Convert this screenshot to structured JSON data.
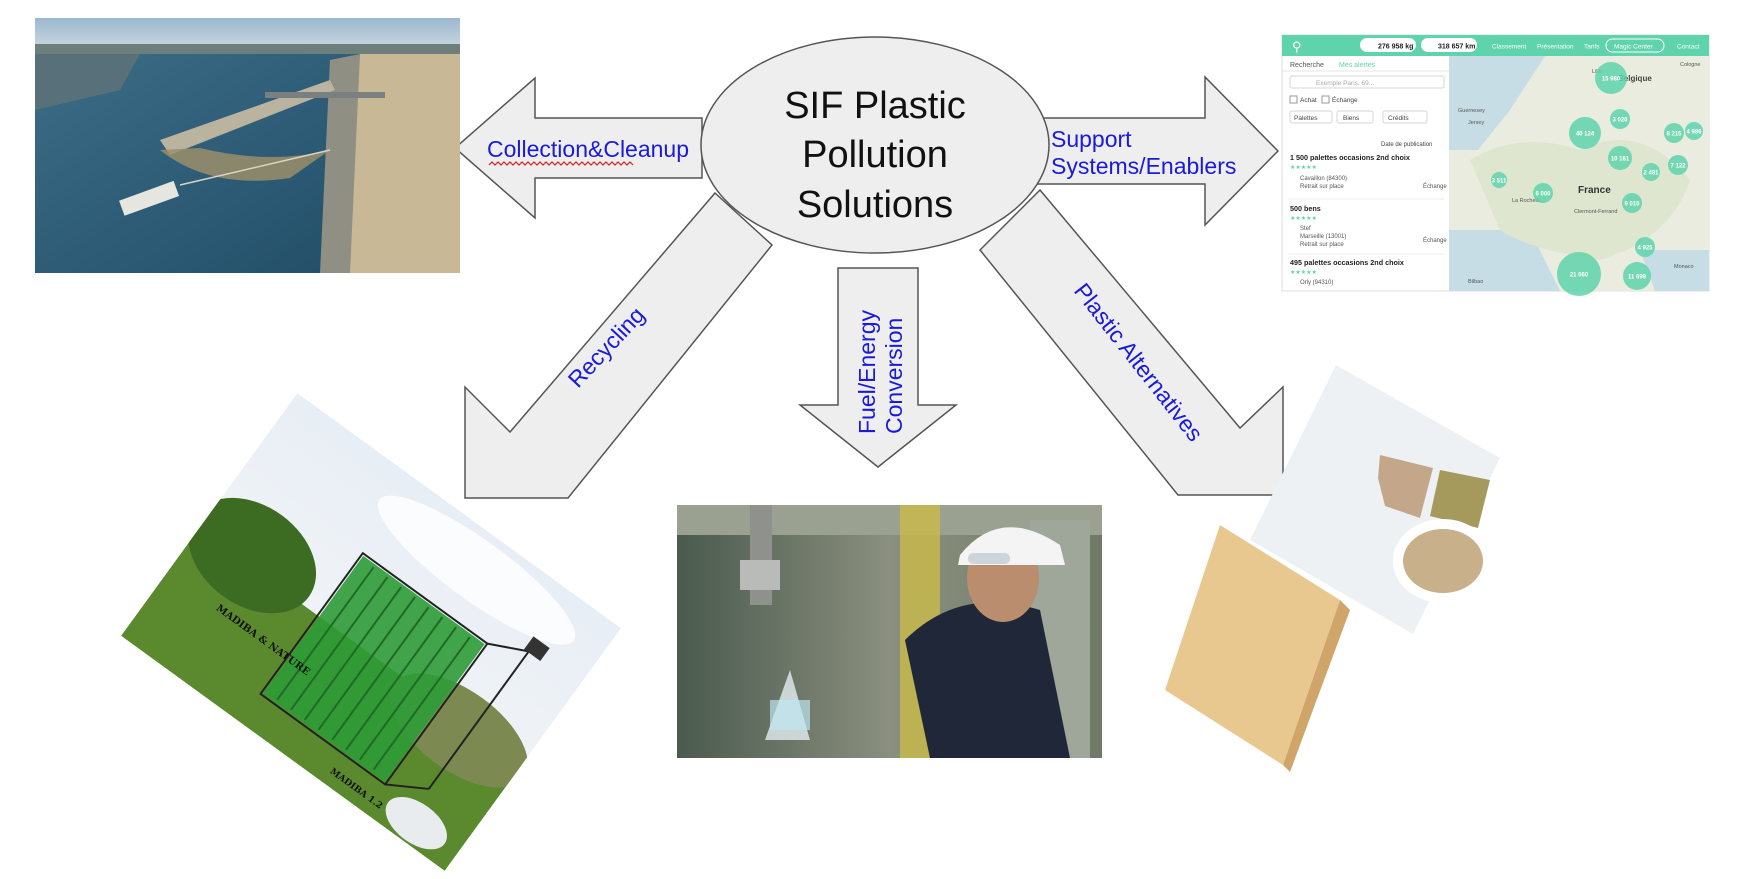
{
  "hub": {
    "lines": [
      "SIF Plastic",
      "Pollution",
      "Solutions"
    ]
  },
  "arrows": {
    "collection": "Collection&Cleanup",
    "support": [
      "Support",
      "Systems/Enablers"
    ],
    "recycling": "Recycling",
    "fuel": [
      "Fuel/Energy",
      "Conversion"
    ],
    "alternatives": "Plastic Alternatives"
  },
  "recycling_photo": {
    "sign_top": "MADIBA & NATURE",
    "sign_bottom": "MADIBA 1.2"
  },
  "website": {
    "stats": [
      "276 958 kg",
      "318 657 km"
    ],
    "nav": [
      "Classement",
      "Présentation",
      "Tarifs",
      "Magic Center",
      "Contact"
    ],
    "tabs": [
      "Recherche",
      "Mes alertes"
    ],
    "search_placeholder": "Exemple Paris, 69...",
    "checkboxes": [
      "Achat",
      "Échange"
    ],
    "filters": [
      "Palettes",
      "Biens",
      "Crédits"
    ],
    "sort": "Date de publication",
    "listings": [
      {
        "title": "1 500 palettes occasions 2nd choix",
        "owner": "",
        "location": "Cavaillon (84300)",
        "mode": "Retrait sur place",
        "action": "Échange"
      },
      {
        "title": "500 bens",
        "owner": "Stef",
        "location": "Marseille (13001)",
        "mode": "Retrait sur place",
        "action": "Échange"
      },
      {
        "title": "495 palettes occasions 2nd choix",
        "owner": "",
        "location": "Orly (94310)",
        "mode": "",
        "action": ""
      }
    ],
    "map_labels": [
      "Belgique",
      "France",
      "Guernesey",
      "Jersey",
      "Lille",
      "La Rochelle",
      "Clermont-Ferrand",
      "Bilbao",
      "Monaco",
      "Cologne"
    ],
    "map_counts": [
      "15 980",
      "40 124",
      "21 060",
      "11 699",
      "10 181",
      "8 215",
      "7 122",
      "4 986",
      "3 020",
      "2 481",
      "9 010",
      "6 000",
      "3 511",
      "4 925"
    ]
  },
  "colors": {
    "arrow_label": "#1a1ad8",
    "shape_fill": "#eeeeee",
    "outline": "#555555",
    "site_accent": "#5fd3ac"
  }
}
